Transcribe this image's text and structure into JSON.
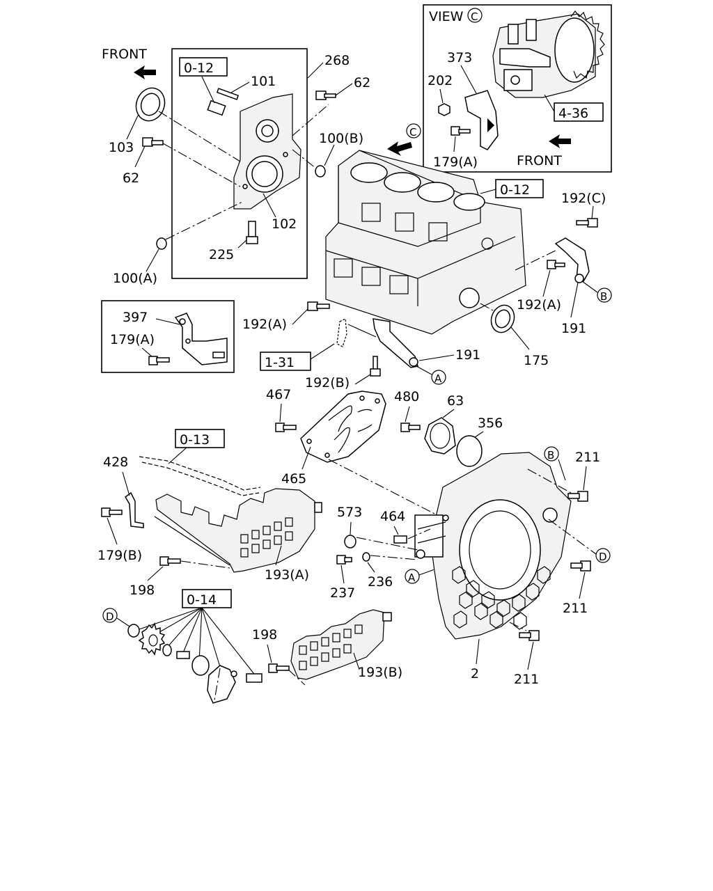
{
  "labels": {
    "front_top": "FRONT",
    "front_view": "FRONT",
    "view_word": "VIEW",
    "view_letter": "C",
    "arrow_c": "C",
    "circle_a": "A",
    "circle_b": "B",
    "circle_d": "D",
    "n101": "101",
    "n268": "268",
    "n62a": "62",
    "n62b": "62",
    "n103": "103",
    "n100b": "100(B)",
    "n102": "102",
    "n225": "225",
    "n100a": "100(A)",
    "n373": "373",
    "n202": "202",
    "n179a_view": "179(A)",
    "n192c": "192(C)",
    "n192a_r": "192(A)",
    "n191_r": "191",
    "n175": "175",
    "n397": "397",
    "n179a_box": "179(A)",
    "n192a_c": "192(A)",
    "n191_c": "191",
    "n192b": "192(B)",
    "n467": "467",
    "n480": "480",
    "n63": "63",
    "n356": "356",
    "n465": "465",
    "n211_a": "211",
    "n211_b": "211",
    "n211_c": "211",
    "n428": "428",
    "n179b": "179(B)",
    "n198_a": "198",
    "n193a": "193(A)",
    "n573": "573",
    "n464": "464",
    "n237": "237",
    "n236": "236",
    "n198_b": "198",
    "n193b": "193(B)",
    "n2": "2"
  },
  "refs": {
    "r012_top": "0-12",
    "r436": "4-36",
    "r012_block": "0-12",
    "r131": "1-31",
    "r013": "0-13",
    "r014": "0-14"
  }
}
